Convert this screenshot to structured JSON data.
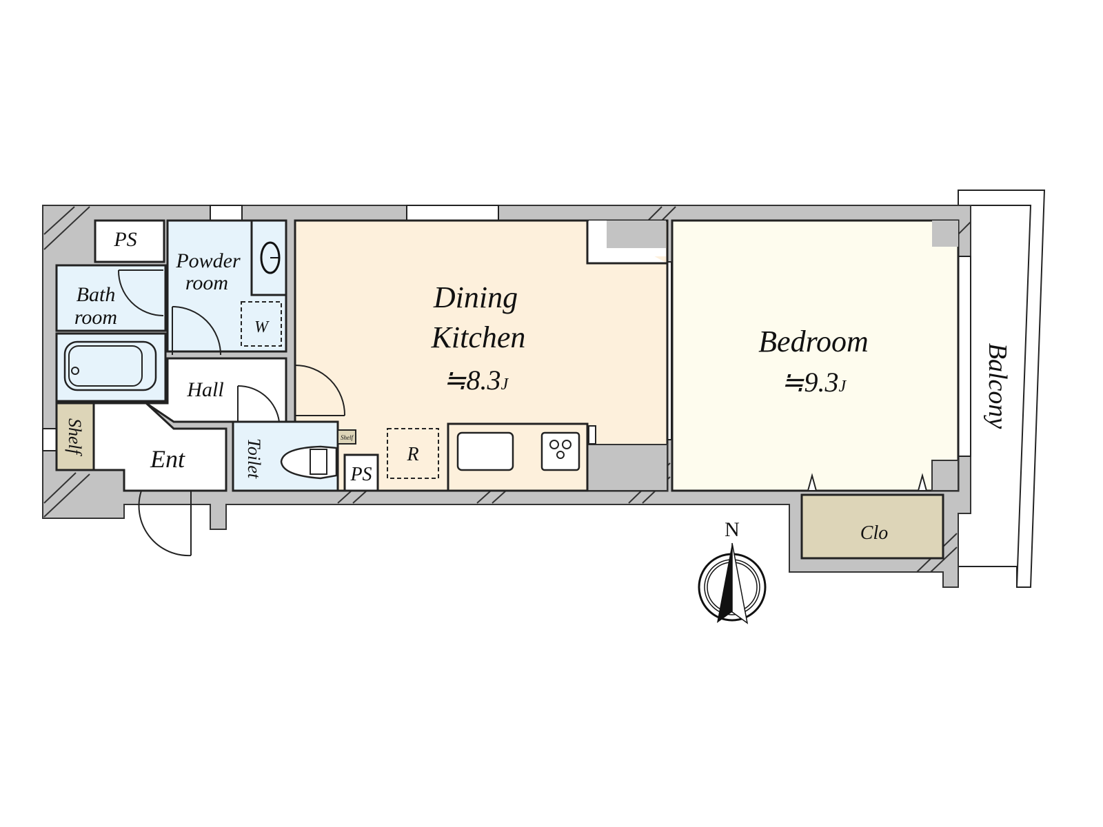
{
  "colors": {
    "wall": "#c3c3c3",
    "wet_area": "#e6f3fb",
    "dining_kitchen": "#fdf0dc",
    "bedroom": "#fefcee",
    "storage": "#ddd5b8",
    "white": "#ffffff"
  },
  "rooms": {
    "ps_top": "PS",
    "powder_room_line1": "Powder",
    "powder_room_line2": "room",
    "bath_room_line1": "Bath",
    "bath_room_line2": "room",
    "washer": "W",
    "hall": "Hall",
    "shelf_ent": "Shelf",
    "entrance": "Ent",
    "toilet": "Toilet",
    "shelf_toilet": "Shelf",
    "ps_small": "PS",
    "refrigerator": "R",
    "dining_kitchen_line1": "Dining",
    "dining_kitchen_line2": "Kitchen",
    "dining_kitchen_size": "≒8.3",
    "dining_kitchen_unit": "J",
    "bedroom": "Bedroom",
    "bedroom_size": "≒9.3",
    "bedroom_unit": "J",
    "closet": "Clo",
    "balcony": "Balcony"
  },
  "compass": {
    "north_label": "N"
  }
}
